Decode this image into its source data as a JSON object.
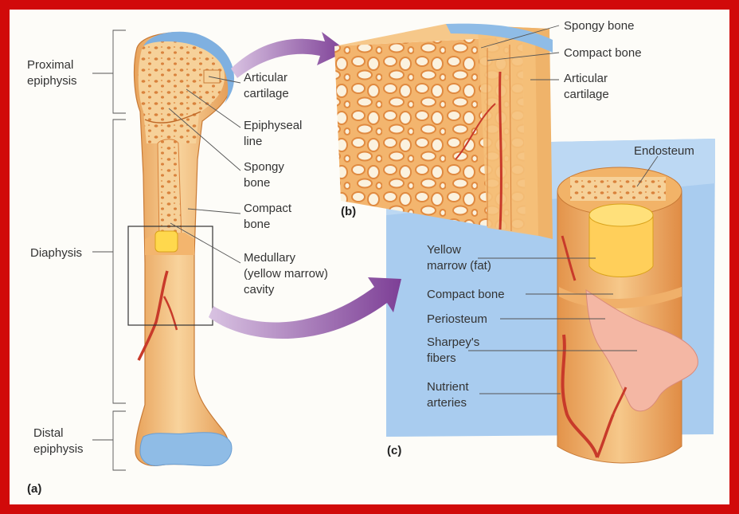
{
  "panels": {
    "a": "(a)",
    "b": "(b)",
    "c": "(c)"
  },
  "labels_left": {
    "proximal_epiphysis": [
      "Proximal",
      "epiphysis"
    ],
    "diaphysis": "Diaphysis",
    "distal_epiphysis": [
      "Distal",
      "epiphysis"
    ]
  },
  "labels_bone": {
    "articular_cartilage": [
      "Articular",
      "cartilage"
    ],
    "epiphyseal_line": [
      "Epiphyseal",
      "line"
    ],
    "spongy_bone": [
      "Spongy",
      "bone"
    ],
    "compact_bone": [
      "Compact",
      "bone"
    ],
    "medullary_cavity": [
      "Medullary",
      "(yellow marrow)",
      "cavity"
    ]
  },
  "labels_b": {
    "spongy_bone": "Spongy bone",
    "compact_bone": "Compact bone",
    "articular_cartilage": [
      "Articular",
      "cartilage"
    ]
  },
  "labels_c": {
    "endosteum": "Endosteum",
    "yellow_marrow": [
      "Yellow",
      "marrow (fat)"
    ],
    "compact_bone": "Compact bone",
    "periosteum": "Periosteum",
    "sharpeys_fibers": [
      "Sharpey's",
      "fibers"
    ],
    "nutrient_arteries": [
      "Nutrient",
      "arteries"
    ]
  },
  "colors": {
    "frame": "#d10a0a",
    "bone": "#f4c68a",
    "bone_dark": "#e59a52",
    "cartilage": "#9cc4ea",
    "panel_c_bg": "#a9ccef",
    "arrow": "#8a4fa0",
    "artery": "#c83a2a"
  }
}
